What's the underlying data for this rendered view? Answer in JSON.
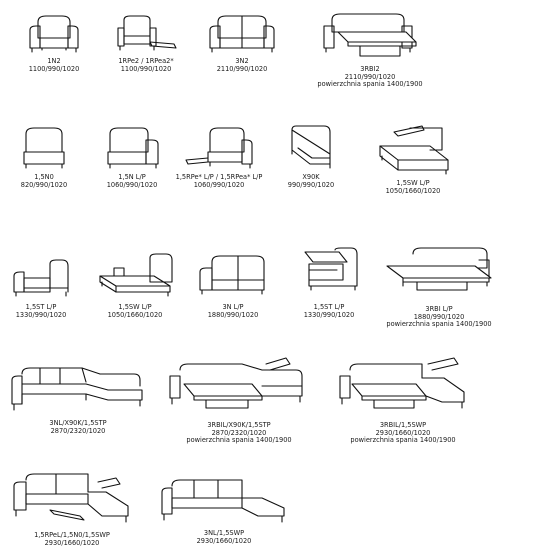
{
  "items": [
    {
      "id": "1n2",
      "kind": "armchair",
      "lines": [
        "1N2",
        "1100/990/1020"
      ]
    },
    {
      "id": "1rpe2",
      "kind": "armchair-recl",
      "lines": [
        "1RPe2 / 1RPea2*",
        "1100/990/1020"
      ]
    },
    {
      "id": "3n2",
      "kind": "sofa",
      "lines": [
        "3N2",
        "2110/990/1020"
      ]
    },
    {
      "id": "3rbi2",
      "kind": "sofabed",
      "lines": [
        "3RBI2",
        "2110/990/1020",
        "powierzchnia spania 1400/1900"
      ]
    },
    {
      "id": "1-5n0",
      "kind": "module-noarm",
      "lines": [
        "1,5N0",
        "820/990/1020"
      ]
    },
    {
      "id": "1-5n-lp",
      "kind": "module-onearm",
      "lines": [
        "1,5N L/P",
        "1060/990/1020"
      ]
    },
    {
      "id": "1-5rpe-lp",
      "kind": "module-recl",
      "lines": [
        "1,5RPe* L/P / 1,5RPea* L/P",
        "1060/990/1020"
      ]
    },
    {
      "id": "x90k",
      "kind": "corner",
      "lines": [
        "X90K",
        "990/990/1020"
      ]
    },
    {
      "id": "1-5sw-lp",
      "kind": "chaise-storage",
      "lines": [
        "1,5SW L/P",
        "1050/1660/1020"
      ]
    },
    {
      "id": "1-5st-lp",
      "kind": "ottoman-end",
      "lines": [
        "1,5ST L/P",
        "1330/990/1020"
      ]
    },
    {
      "id": "1-5sw-lp-b",
      "kind": "chaise",
      "lines": [
        "1,5SW L/P",
        "1050/1660/1020"
      ]
    },
    {
      "id": "3n-lp",
      "kind": "sofa-onearm",
      "lines": [
        "3N L/P",
        "1880/990/1020"
      ]
    },
    {
      "id": "1-5st-lp-b",
      "kind": "ottoman-open",
      "lines": [
        "1,5ST L/P",
        "1330/990/1020"
      ]
    },
    {
      "id": "3rbi-lp",
      "kind": "sofabed-onearm",
      "lines": [
        "3RBI L/P",
        "1880/990/1020",
        "powierzchnia spania 1400/1900"
      ]
    },
    {
      "id": "3nl-x90k-1-5stp",
      "kind": "corner-sofa",
      "lines": [
        "3NL/X90K/1,5STP",
        "2870/2320/1020"
      ]
    },
    {
      "id": "3rbil-x90k-1-5stp",
      "kind": "corner-sofabed",
      "lines": [
        "3RBIL/X90K/1,5STP",
        "2870/2320/1020",
        "powierzchnia spania 1400/1900"
      ]
    },
    {
      "id": "3rbil-1-5swp",
      "kind": "chaise-sofabed",
      "lines": [
        "3RBIL/1,5SWP",
        "2930/1660/1020",
        "powierzchnia spania 1400/1900"
      ]
    },
    {
      "id": "1-5rpel-1-5n0-1-5swp",
      "kind": "recl-chaise",
      "lines": [
        "1,5RPeL/1,5N0/1,5SWP",
        "2930/1660/1020"
      ]
    },
    {
      "id": "3nl-1-5swp",
      "kind": "chaise-sofa",
      "lines": [
        "3NL/1,5SWP",
        "2930/1660/1020"
      ]
    }
  ]
}
